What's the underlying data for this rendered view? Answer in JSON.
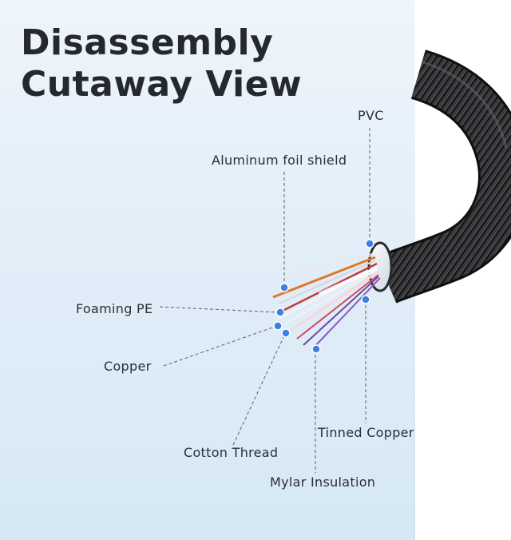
{
  "title": {
    "line1": "Disassembly",
    "line2": "Cutaway View"
  },
  "labels": {
    "pvc": "PVC",
    "aluminum_foil_shield": "Aluminum foil shield",
    "foaming_pe": "Foaming PE",
    "copper": "Copper",
    "cotton_thread": "Cotton Thread",
    "tinned_copper": "Tinned Copper",
    "mylar_insulation": "Mylar Insulation"
  },
  "colors": {
    "background_top": "#eef5fb",
    "background_bottom": "#d6e8f5",
    "title": "#25292d",
    "marker_dot": "#3f7fe0",
    "leader_line": "#5a5f66",
    "cable_jacket": "#1c1c1e",
    "wire_orange": "#e0772a"
  }
}
